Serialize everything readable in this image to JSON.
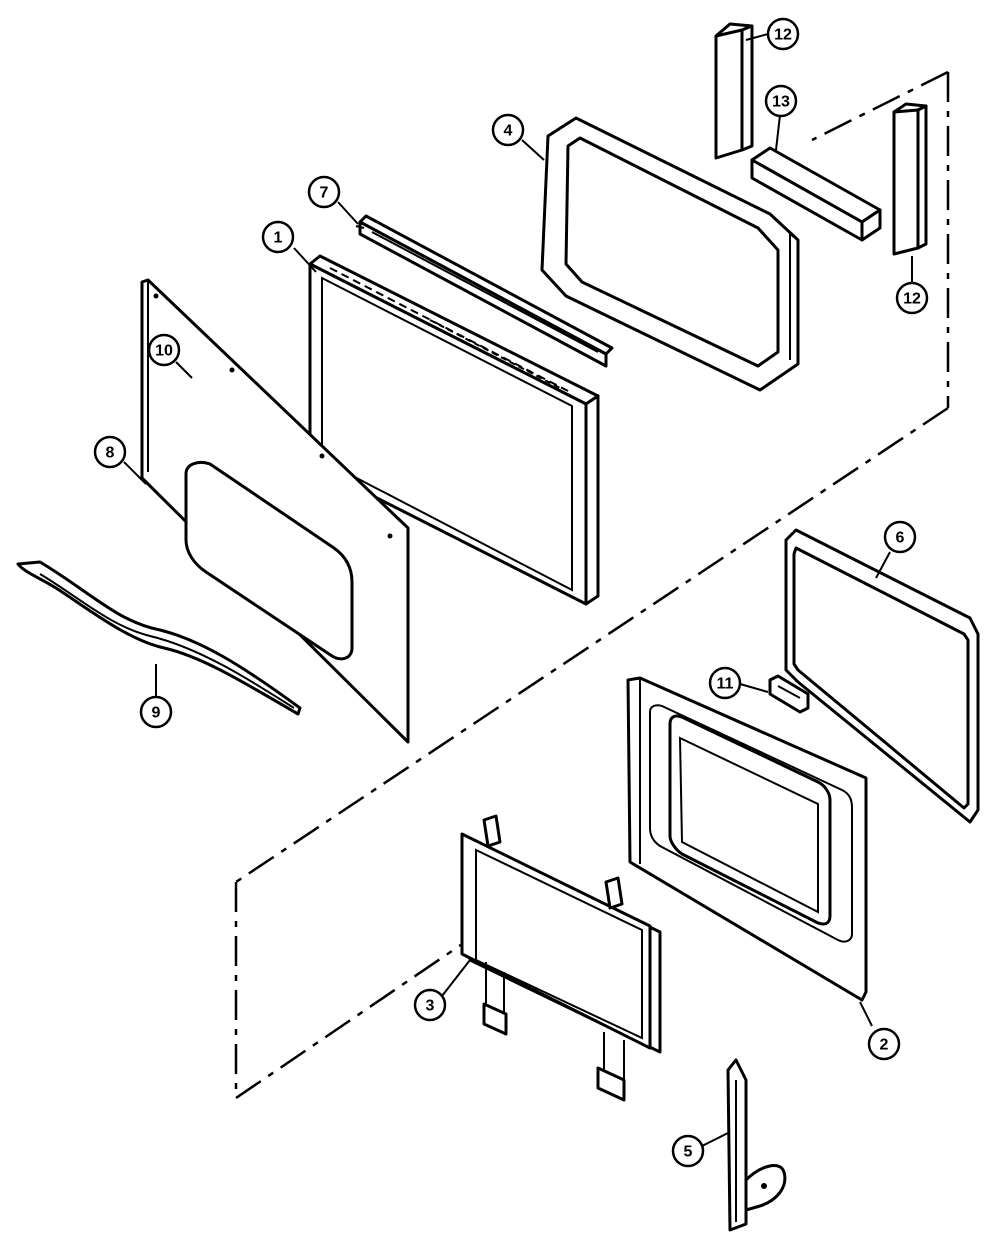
{
  "callouts": [
    {
      "id": "c1",
      "label": "1"
    },
    {
      "id": "c2",
      "label": "2"
    },
    {
      "id": "c3",
      "label": "3"
    },
    {
      "id": "c4",
      "label": "4"
    },
    {
      "id": "c5",
      "label": "5"
    },
    {
      "id": "c6",
      "label": "6"
    },
    {
      "id": "c7",
      "label": "7"
    },
    {
      "id": "c8",
      "label": "8"
    },
    {
      "id": "c9",
      "label": "9"
    },
    {
      "id": "c10",
      "label": "10"
    },
    {
      "id": "c11",
      "label": "11"
    },
    {
      "id": "c12a",
      "label": "12"
    },
    {
      "id": "c12b",
      "label": "12"
    },
    {
      "id": "c13",
      "label": "13"
    }
  ]
}
